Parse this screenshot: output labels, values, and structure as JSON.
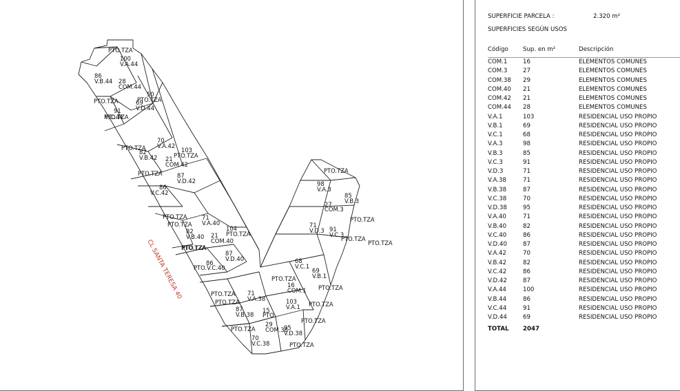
{
  "plan": {
    "street_label": "CL SANTA TERESA 40",
    "labels": [
      {
        "text": "PTO.TZA",
        "id": "l1"
      },
      {
        "text": "100",
        "id": "l2"
      },
      {
        "text": "V.A.44",
        "id": "l3"
      },
      {
        "text": "86",
        "id": "l4"
      },
      {
        "text": "V.B.44",
        "id": "l5"
      },
      {
        "text": "28",
        "id": "l6"
      },
      {
        "text": "COM.44",
        "id": "l7"
      },
      {
        "text": "50",
        "id": "l8"
      },
      {
        "text": "PTO.TZA",
        "id": "l9"
      },
      {
        "text": "69",
        "id": "l10"
      },
      {
        "text": "V.D.44",
        "id": "l11"
      },
      {
        "text": "PTO.TZA",
        "id": "l12"
      },
      {
        "text": "91",
        "id": "l13"
      },
      {
        "text": "V.C.44",
        "id": "l14"
      },
      {
        "text": "PTO.TZA",
        "id": "l15"
      },
      {
        "text": "PTO.TZA",
        "id": "l16"
      },
      {
        "text": "70",
        "id": "l17"
      },
      {
        "text": "V.A.42",
        "id": "l18"
      },
      {
        "text": "103",
        "id": "l19"
      },
      {
        "text": "PTO.TZA",
        "id": "l20"
      },
      {
        "text": "82",
        "id": "l21"
      },
      {
        "text": "V.B.42",
        "id": "l22"
      },
      {
        "text": "21",
        "id": "l23"
      },
      {
        "text": "COM.42",
        "id": "l24"
      },
      {
        "text": "PTO.TZA",
        "id": "l25"
      },
      {
        "text": "87",
        "id": "l26"
      },
      {
        "text": "V.D.42",
        "id": "l27"
      },
      {
        "text": "86",
        "id": "l28"
      },
      {
        "text": "V.C.42",
        "id": "l29"
      },
      {
        "text": "PTO.TZA",
        "id": "l30"
      },
      {
        "text": "PTO.TZA",
        "id": "l31"
      },
      {
        "text": "PTO.TZA",
        "id": "l32"
      },
      {
        "text": "71",
        "id": "l33"
      },
      {
        "text": "V.A.40",
        "id": "l34"
      },
      {
        "text": "82",
        "id": "l35"
      },
      {
        "text": "V.B.40",
        "id": "l36"
      },
      {
        "text": "21",
        "id": "l37"
      },
      {
        "text": "COM.40",
        "id": "l38"
      },
      {
        "text": "104",
        "id": "l39"
      },
      {
        "text": "PTO.TZA",
        "id": "l40"
      },
      {
        "text": "PTO.TZA",
        "id": "l41"
      },
      {
        "text": "87",
        "id": "l42"
      },
      {
        "text": "V.D.40",
        "id": "l43"
      },
      {
        "text": "86",
        "id": "l44"
      },
      {
        "text": "PTO.V.C.40",
        "id": "l45"
      },
      {
        "text": "PTO.TZA",
        "id": "l46"
      },
      {
        "text": "PTO.TZA",
        "id": "l47"
      },
      {
        "text": "71",
        "id": "l48"
      },
      {
        "text": "V.A.38",
        "id": "l49"
      },
      {
        "text": "87",
        "id": "l50"
      },
      {
        "text": "V.B.38",
        "id": "l51"
      },
      {
        "text": "PTO.TZA",
        "id": "l52"
      },
      {
        "text": "15",
        "id": "l53"
      },
      {
        "text": "PTO",
        "id": "l54"
      },
      {
        "text": "29",
        "id": "l55"
      },
      {
        "text": "COM.38",
        "id": "l56"
      },
      {
        "text": "70",
        "id": "l57"
      },
      {
        "text": "V.C.38",
        "id": "l58"
      },
      {
        "text": "95",
        "id": "l59"
      },
      {
        "text": "V.D.38",
        "id": "l60"
      },
      {
        "text": "PTO.TZA",
        "id": "l61"
      },
      {
        "text": "PTO.TZA",
        "id": "l62"
      },
      {
        "text": "98",
        "id": "l63"
      },
      {
        "text": "V.A.3",
        "id": "l64"
      },
      {
        "text": "85",
        "id": "l65"
      },
      {
        "text": "V.B.3",
        "id": "l66"
      },
      {
        "text": "27",
        "id": "l67"
      },
      {
        "text": "COM.3",
        "id": "l68"
      },
      {
        "text": "PTO.TZA",
        "id": "l69"
      },
      {
        "text": "71",
        "id": "l70"
      },
      {
        "text": "V.D.3",
        "id": "l71"
      },
      {
        "text": "91",
        "id": "l72"
      },
      {
        "text": "V.C.3",
        "id": "l73"
      },
      {
        "text": "PTO.TZA",
        "id": "l74"
      },
      {
        "text": "68",
        "id": "l75"
      },
      {
        "text": "V.C.1",
        "id": "l76"
      },
      {
        "text": "69",
        "id": "l77"
      },
      {
        "text": "V.B.1",
        "id": "l78"
      },
      {
        "text": "16",
        "id": "l79"
      },
      {
        "text": "COM.1",
        "id": "l80"
      },
      {
        "text": "PTO.TZA",
        "id": "l81"
      },
      {
        "text": "PTO.TZA",
        "id": "l82"
      },
      {
        "text": "103",
        "id": "l83"
      },
      {
        "text": "V.A.1",
        "id": "l84"
      },
      {
        "text": "PTO.TZA",
        "id": "l85"
      },
      {
        "text": "PTO.TZA",
        "id": "l86"
      },
      {
        "text": "PTO.TZA",
        "id": "l87"
      }
    ]
  },
  "summary": {
    "parcel_label": "SUPERFICIE PARCELA :",
    "parcel_value": "2.320 m²",
    "uses_title": "SUPERFICIES SEGÚN USOS",
    "columns": [
      "Código",
      "Sup. en m²",
      "Descripción"
    ],
    "rows": [
      [
        "COM.1",
        "16",
        "ELEMENTOS COMUNES"
      ],
      [
        "COM.3",
        "27",
        "ELEMENTOS COMUNES"
      ],
      [
        "COM.38",
        "29",
        "ELEMENTOS COMUNES"
      ],
      [
        "COM.40",
        "21",
        "ELEMENTOS COMUNES"
      ],
      [
        "COM.42",
        "21",
        "ELEMENTOS COMUNES"
      ],
      [
        "COM.44",
        "28",
        "ELEMENTOS COMUNES"
      ],
      [
        "V.A.1",
        "103",
        "RESIDENCIAL USO PROPIO"
      ],
      [
        "V.B.1",
        "69",
        "RESIDENCIAL USO PROPIO"
      ],
      [
        "V.C.1",
        "68",
        "RESIDENCIAL USO PROPIO"
      ],
      [
        "V.A.3",
        "98",
        "RESIDENCIAL USO PROPIO"
      ],
      [
        "V.B.3",
        "85",
        "RESIDENCIAL USO PROPIO"
      ],
      [
        "V.C.3",
        "91",
        "RESIDENCIAL USO PROPIO"
      ],
      [
        "V.D.3",
        "71",
        "RESIDENCIAL USO PROPIO"
      ],
      [
        "V.A.38",
        "71",
        "RESIDENCIAL USO PROPIO"
      ],
      [
        "V.B.38",
        "87",
        "RESIDENCIAL USO PROPIO"
      ],
      [
        "V.C.38",
        "70",
        "RESIDENCIAL USO PROPIO"
      ],
      [
        "V.D.38",
        "95",
        "RESIDENCIAL USO PROPIO"
      ],
      [
        "V.A.40",
        "71",
        "RESIDENCIAL USO PROPIO"
      ],
      [
        "V.B.40",
        "82",
        "RESIDENCIAL USO PROPIO"
      ],
      [
        "V.C.40",
        "86",
        "RESIDENCIAL USO PROPIO"
      ],
      [
        "V.D.40",
        "87",
        "RESIDENCIAL USO PROPIO"
      ],
      [
        "V.A.42",
        "70",
        "RESIDENCIAL USO PROPIO"
      ],
      [
        "V.B.42",
        "82",
        "RESIDENCIAL USO PROPIO"
      ],
      [
        "V.C.42",
        "86",
        "RESIDENCIAL USO PROPIO"
      ],
      [
        "V.D.42",
        "87",
        "RESIDENCIAL USO PROPIO"
      ],
      [
        "V.A.44",
        "100",
        "RESIDENCIAL USO PROPIO"
      ],
      [
        "V.B.44",
        "86",
        "RESIDENCIAL USO PROPIO"
      ],
      [
        "V.C.44",
        "91",
        "RESIDENCIAL USO PROPIO"
      ],
      [
        "V.D.44",
        "69",
        "RESIDENCIAL USO PROPIO"
      ]
    ],
    "total_label": "TOTAL",
    "total_value": "2047"
  }
}
